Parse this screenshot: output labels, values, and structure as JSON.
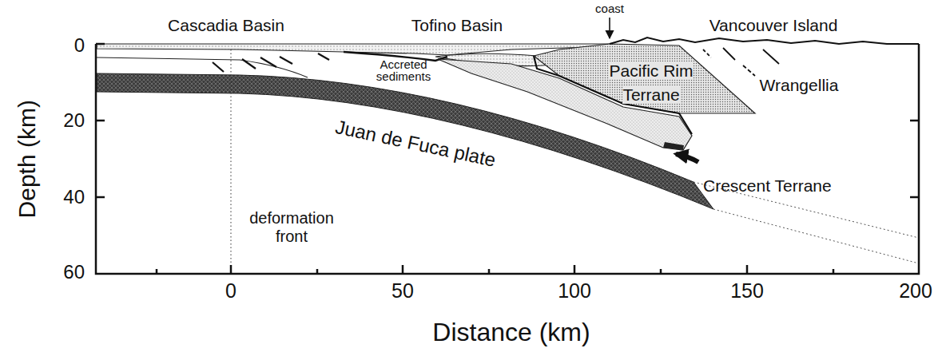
{
  "diagram": {
    "labels": [
      "coast",
      "Cascadia Basin",
      "Tofino Basin",
      "Vancouver Island",
      "Accreted sediments",
      "Pacific Rim Terrane",
      "Wrangellia",
      "Juan de Fuca plate",
      "Crescent Terrane",
      "deformation front",
      "0",
      "20",
      "40",
      "60",
      "Depth (km)",
      "0",
      "50",
      "100",
      "150",
      "200",
      "Distance (km)"
    ]
  }
}
